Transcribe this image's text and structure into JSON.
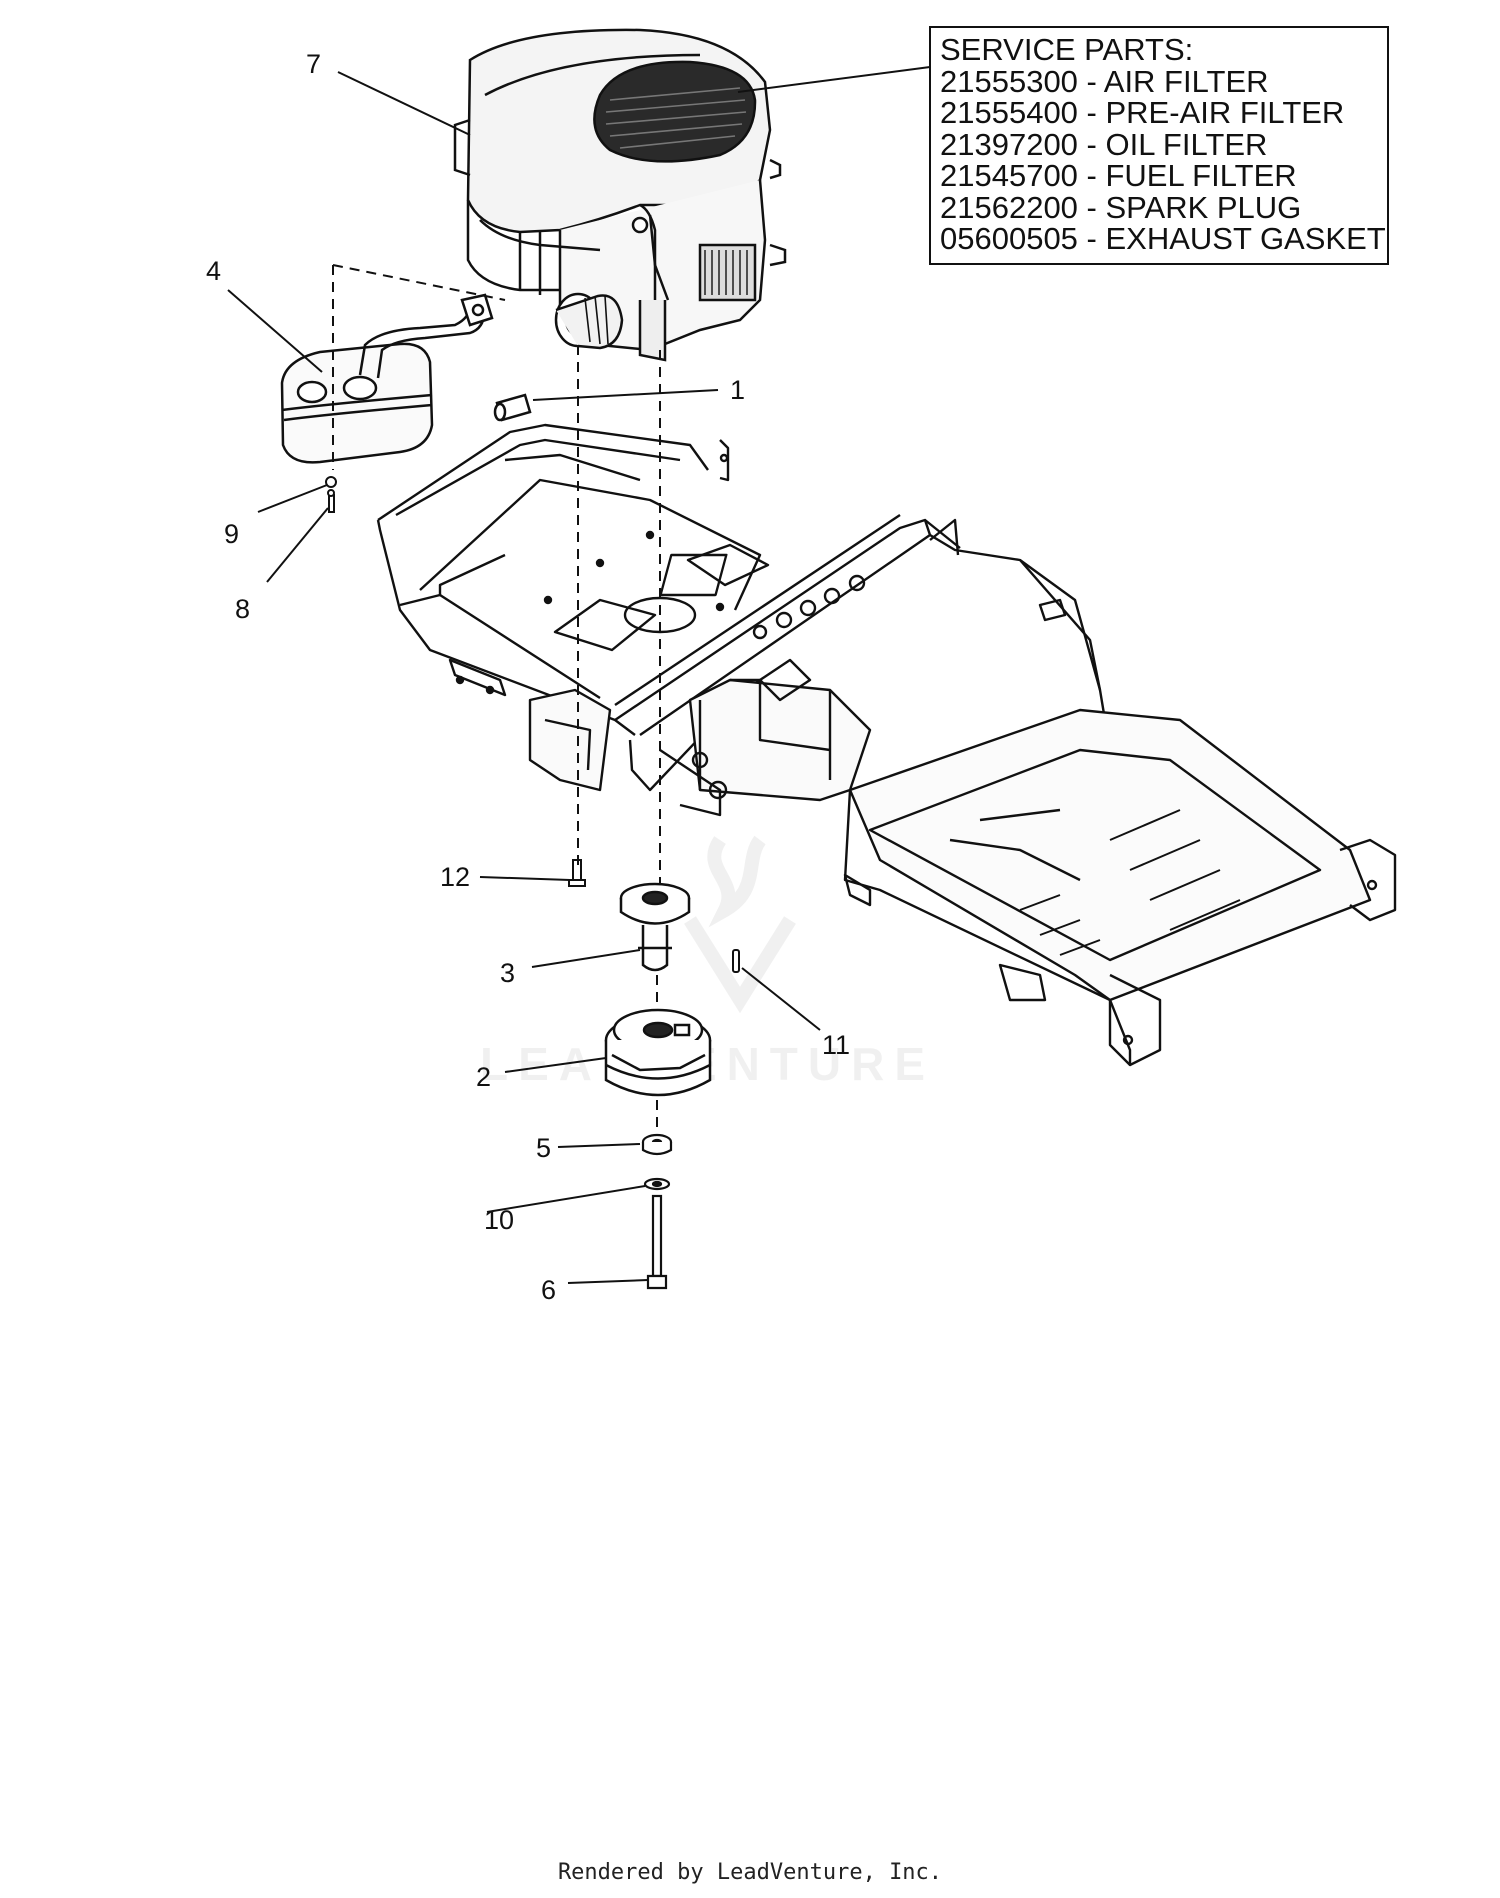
{
  "service_parts": {
    "title": "SERVICE PARTS:",
    "items": [
      "21555300 - AIR FILTER",
      "21555400 - PRE-AIR FILTER",
      "21397200 - OIL FILTER",
      "21545700 - FUEL FILTER",
      "21562200 - SPARK PLUG",
      "05600505 - EXHAUST GASKET"
    ]
  },
  "callouts": [
    "7",
    "4",
    "1",
    "9",
    "8",
    "12",
    "3",
    "11",
    "2",
    "5",
    "10",
    "6"
  ],
  "watermark": "LEADVENTURE",
  "footer": "Rendered by LeadVenture, Inc."
}
